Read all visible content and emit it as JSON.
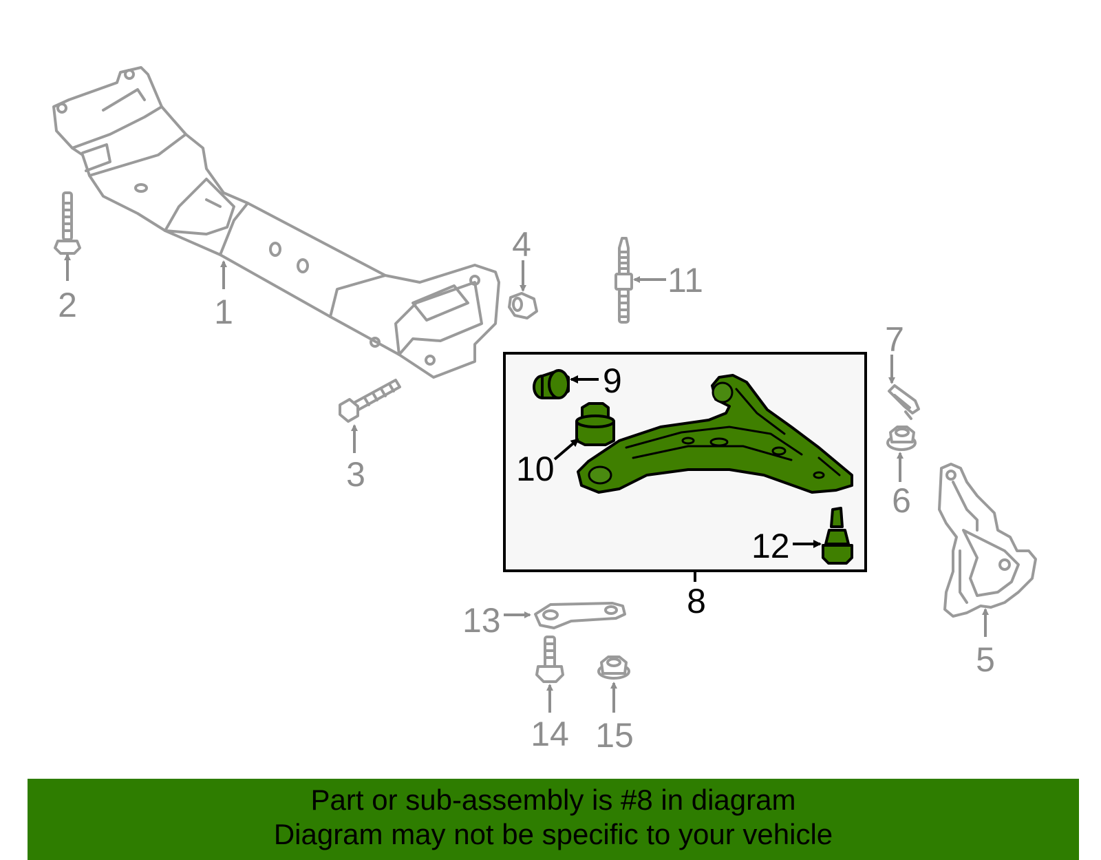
{
  "callouts": {
    "p1": "1",
    "p2": "2",
    "p3": "3",
    "p4": "4",
    "p5": "5",
    "p6": "6",
    "p7": "7",
    "p8": "8",
    "p9": "9",
    "p10": "10",
    "p11": "11",
    "p12": "12",
    "p13": "13",
    "p14": "14",
    "p15": "15"
  },
  "banner": {
    "line1": "Part or sub-assembly is #8 in diagram",
    "line2": "Diagram may not be specific to your vehicle"
  },
  "colors": {
    "highlight": "#3f7f00",
    "banner": "#2e7d00",
    "outline_gray": "#9a9a9a",
    "box_bg": "#f7f7f7"
  }
}
